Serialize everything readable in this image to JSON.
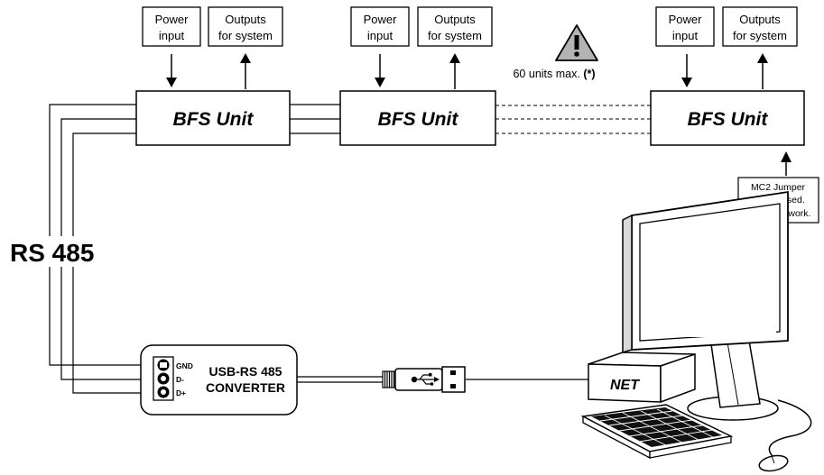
{
  "units": [
    {
      "power_line1": "Power",
      "power_line2": "input",
      "outputs_line1": "Outputs",
      "outputs_line2": "for system",
      "label": "BFS Unit"
    },
    {
      "power_line1": "Power",
      "power_line2": "input",
      "outputs_line1": "Outputs",
      "outputs_line2": "for system",
      "label": "BFS Unit"
    },
    {
      "power_line1": "Power",
      "power_line2": "input",
      "outputs_line1": "Outputs",
      "outputs_line2": "for system",
      "label": "BFS Unit"
    }
  ],
  "warning": {
    "text": "60 units max.",
    "note": "(*)"
  },
  "jumper_note": {
    "line1": "MC2 Jumper",
    "line2": "to be closed.",
    "line3": "End of network."
  },
  "bus_label": "RS 485",
  "converter": {
    "line1": "USB-RS 485",
    "line2": "CONVERTER",
    "pins": [
      "GND",
      "D-",
      "D+"
    ]
  },
  "computer": {
    "label": "NET"
  },
  "icons": [
    "warning-triangle-icon",
    "usb-symbol-icon",
    "usb-plug-icon",
    "desktop-computer-icon"
  ]
}
